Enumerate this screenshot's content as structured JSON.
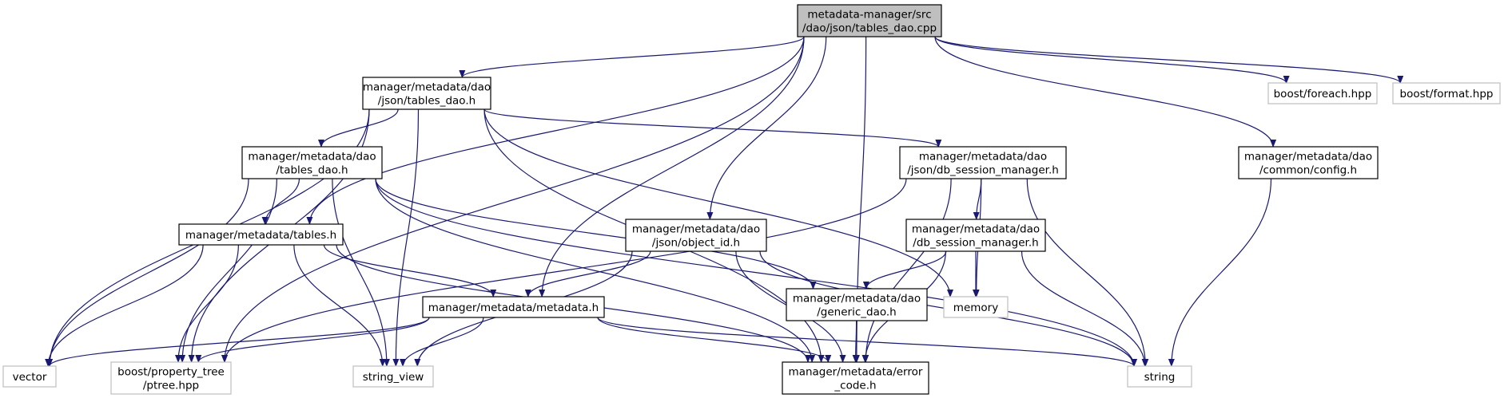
{
  "colors": {
    "edge": "#191970",
    "root_fill": "#bfbfbf",
    "root_border": "#000000",
    "node_border": "#000000",
    "external_border": "#bfbfbf",
    "external_text": "#7f7f7f",
    "text": "#000000"
  },
  "nodes": [
    {
      "id": "root",
      "kind": "root",
      "lines": [
        "metadata-manager/src",
        "/dao/json/tables_dao.cpp"
      ]
    },
    {
      "id": "json_tables_dao",
      "kind": "normal",
      "lines": [
        "manager/metadata/dao",
        "/json/tables_dao.h"
      ]
    },
    {
      "id": "boost_foreach",
      "kind": "external",
      "lines": [
        "boost/foreach.hpp"
      ]
    },
    {
      "id": "boost_format",
      "kind": "external",
      "lines": [
        "boost/format.hpp"
      ]
    },
    {
      "id": "tables_dao",
      "kind": "normal",
      "lines": [
        "manager/metadata/dao",
        "/tables_dao.h"
      ]
    },
    {
      "id": "json_db_session_manager",
      "kind": "normal",
      "lines": [
        "manager/metadata/dao",
        "/json/db_session_manager.h"
      ]
    },
    {
      "id": "common_config",
      "kind": "normal",
      "lines": [
        "manager/metadata/dao",
        "/common/config.h"
      ]
    },
    {
      "id": "tables",
      "kind": "normal",
      "lines": [
        "manager/metadata/tables.h"
      ]
    },
    {
      "id": "object_id",
      "kind": "normal",
      "lines": [
        "manager/metadata/dao",
        "/json/object_id.h"
      ]
    },
    {
      "id": "db_session_manager",
      "kind": "normal",
      "lines": [
        "manager/metadata/dao",
        "/db_session_manager.h"
      ]
    },
    {
      "id": "metadata",
      "kind": "normal",
      "lines": [
        "manager/metadata/metadata.h"
      ]
    },
    {
      "id": "generic_dao",
      "kind": "normal",
      "lines": [
        "manager/metadata/dao",
        "/generic_dao.h"
      ]
    },
    {
      "id": "memory",
      "kind": "external",
      "lines": [
        "memory"
      ]
    },
    {
      "id": "vector",
      "kind": "external",
      "lines": [
        "vector"
      ]
    },
    {
      "id": "ptree",
      "kind": "external",
      "lines": [
        "boost/property_tree",
        "/ptree.hpp"
      ]
    },
    {
      "id": "string_view",
      "kind": "external",
      "lines": [
        "string_view"
      ]
    },
    {
      "id": "error_code",
      "kind": "normal",
      "lines": [
        "manager/metadata/error",
        "_code.h"
      ]
    },
    {
      "id": "string",
      "kind": "external",
      "lines": [
        "string"
      ]
    }
  ],
  "edges": [
    [
      "root",
      "json_tables_dao"
    ],
    [
      "root",
      "boost_foreach"
    ],
    [
      "root",
      "boost_format"
    ],
    [
      "root",
      "common_config"
    ],
    [
      "root",
      "tables"
    ],
    [
      "root",
      "object_id"
    ],
    [
      "root",
      "metadata"
    ],
    [
      "root",
      "error_code"
    ],
    [
      "root",
      "ptree"
    ],
    [
      "json_tables_dao",
      "tables_dao"
    ],
    [
      "json_tables_dao",
      "json_db_session_manager"
    ],
    [
      "json_tables_dao",
      "vector"
    ],
    [
      "json_tables_dao",
      "ptree"
    ],
    [
      "json_tables_dao",
      "string_view"
    ],
    [
      "json_tables_dao",
      "memory"
    ],
    [
      "json_tables_dao",
      "error_code"
    ],
    [
      "tables_dao",
      "tables"
    ],
    [
      "tables_dao",
      "vector"
    ],
    [
      "tables_dao",
      "ptree"
    ],
    [
      "tables_dao",
      "string_view"
    ],
    [
      "tables_dao",
      "error_code"
    ],
    [
      "tables_dao",
      "generic_dao"
    ],
    [
      "tables_dao",
      "string"
    ],
    [
      "json_db_session_manager",
      "db_session_manager"
    ],
    [
      "json_db_session_manager",
      "memory"
    ],
    [
      "json_db_session_manager",
      "ptree"
    ],
    [
      "json_db_session_manager",
      "error_code"
    ],
    [
      "json_db_session_manager",
      "string"
    ],
    [
      "common_config",
      "string"
    ],
    [
      "tables",
      "metadata"
    ],
    [
      "tables",
      "vector"
    ],
    [
      "tables",
      "ptree"
    ],
    [
      "tables",
      "string_view"
    ],
    [
      "tables",
      "error_code"
    ],
    [
      "object_id",
      "metadata"
    ],
    [
      "object_id",
      "string_view"
    ],
    [
      "object_id",
      "error_code"
    ],
    [
      "object_id",
      "string"
    ],
    [
      "db_session_manager",
      "generic_dao"
    ],
    [
      "db_session_manager",
      "memory"
    ],
    [
      "db_session_manager",
      "error_code"
    ],
    [
      "db_session_manager",
      "string"
    ],
    [
      "metadata",
      "vector"
    ],
    [
      "metadata",
      "ptree"
    ],
    [
      "metadata",
      "string_view"
    ],
    [
      "metadata",
      "error_code"
    ],
    [
      "metadata",
      "string"
    ],
    [
      "generic_dao",
      "error_code"
    ]
  ]
}
